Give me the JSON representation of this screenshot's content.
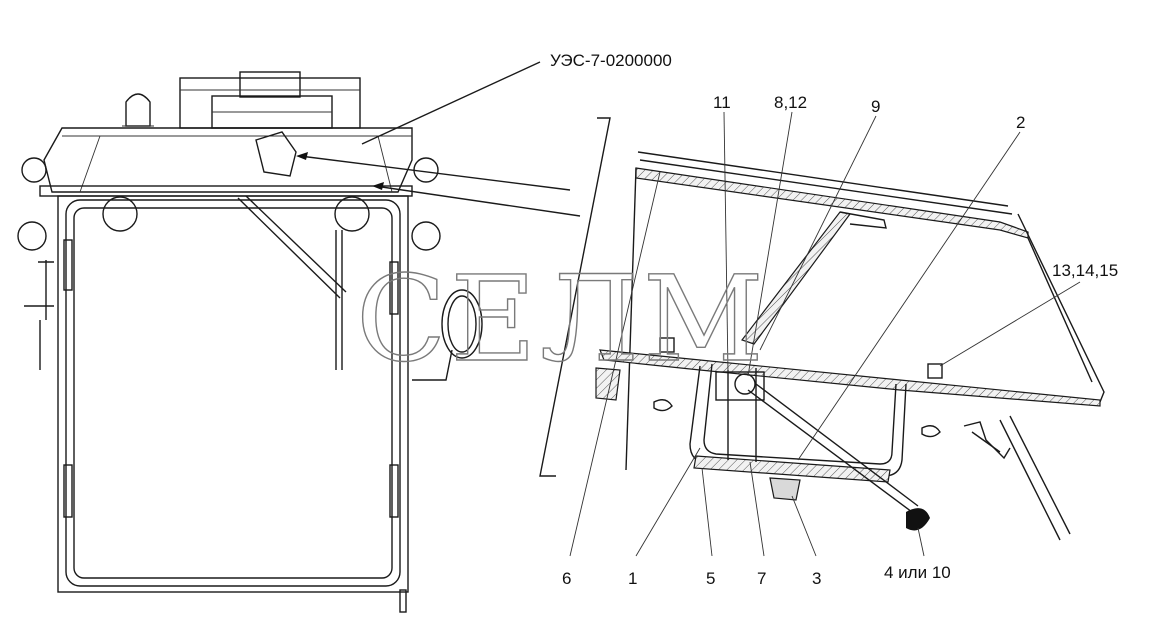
{
  "assembly_label": "УЭС-7-0200000",
  "watermark": "СЕЛМ",
  "callouts": {
    "c11": "11",
    "c8_12": "8,12",
    "c9": "9",
    "c2": "2",
    "c13_14_15": "13,14,15",
    "c6": "6",
    "c1": "1",
    "c5": "5",
    "c7": "7",
    "c3": "3",
    "c4_10": "4 или 10"
  }
}
